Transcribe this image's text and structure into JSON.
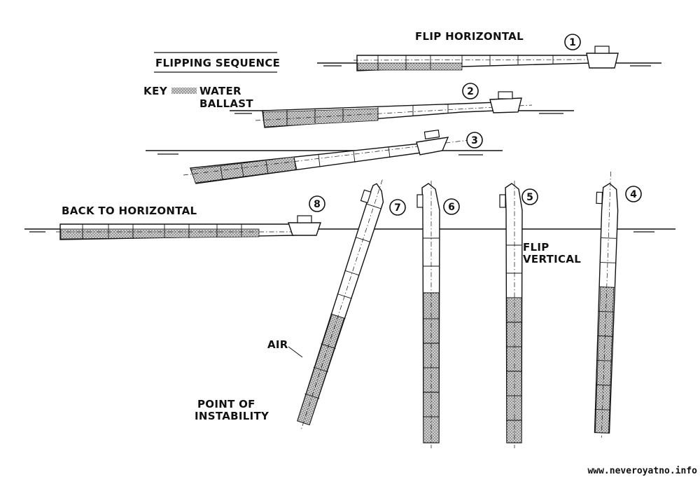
{
  "title": "FLIPPING SEQUENCE",
  "key": {
    "label": "KEY",
    "item_line1": "WATER",
    "item_line2": "BALLAST"
  },
  "stages": {
    "flip_horizontal": "FLIP HORIZONTAL",
    "flip_vertical_1": "FLIP",
    "flip_vertical_2": "VERTICAL",
    "back_to_horizontal": "BACK TO HORIZONTAL"
  },
  "annotations": {
    "air": "AIR",
    "point_of_instability_1": "POINT OF",
    "point_of_instability_2": "INSTABILITY"
  },
  "step_numbers": [
    "1",
    "2",
    "3",
    "4",
    "5",
    "6",
    "7",
    "8"
  ],
  "watermark": "www.neveroyatno.info",
  "colors": {
    "ink": "#111111",
    "paper": "#ffffff",
    "ballast": "#9a9a9a"
  }
}
